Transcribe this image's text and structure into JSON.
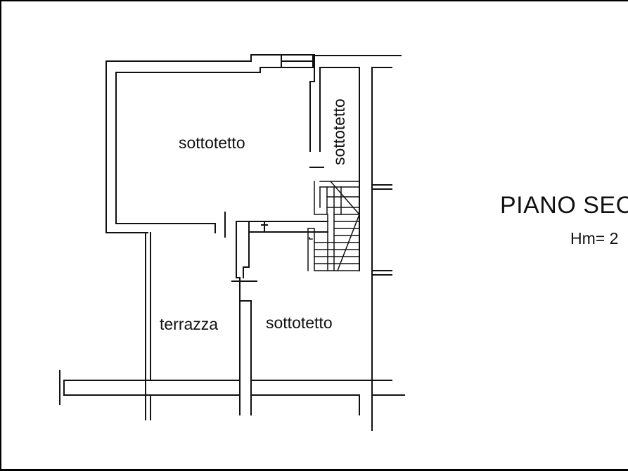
{
  "title": "PIANO SEC",
  "height_label": "Hm= 2",
  "rooms": {
    "main_attic": "sottotetto",
    "narrow_attic": "sottotetto",
    "terrace": "terrazza",
    "lower_attic": "sottotetto"
  },
  "colors": {
    "wall": "#111111",
    "background": "#ffffff",
    "frame": "#000000"
  }
}
